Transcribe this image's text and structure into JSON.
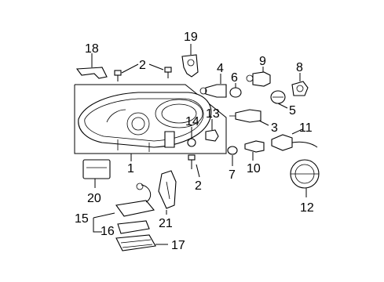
{
  "callouts": {
    "c1": "1",
    "c2a": "2",
    "c2b": "2",
    "c3": "3",
    "c4": "4",
    "c5": "5",
    "c6": "6",
    "c7": "7",
    "c8": "8",
    "c9": "9",
    "c10": "10",
    "c11": "11",
    "c12": "12",
    "c13": "13",
    "c14": "14",
    "c15": "15",
    "c16": "16",
    "c17": "17",
    "c18": "18",
    "c19": "19",
    "c20": "20",
    "c21": "21"
  },
  "colors": {
    "ink": "#000000",
    "background": "#ffffff"
  }
}
